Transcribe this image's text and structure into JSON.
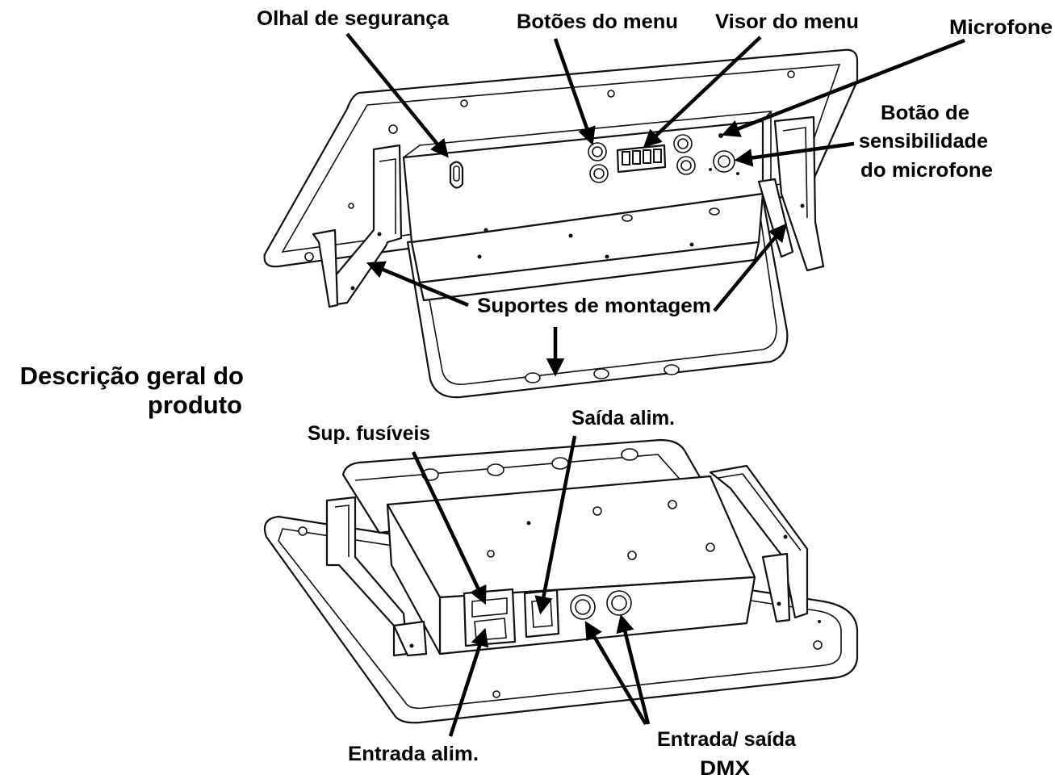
{
  "title": {
    "line1": "Descrição geral do",
    "line2": "produto"
  },
  "labels": {
    "olhal": "Olhal de segurança",
    "botoes": "Botões do menu",
    "visor": "Visor do menu",
    "microfone": "Microfone",
    "sens_line1": "Botão de",
    "sens_line2": "sensibilidade",
    "sens_line3": "do microfone",
    "suportes": "Suportes de montagem",
    "fusiveis": "Sup. fusíveis",
    "saida_alim": "Saída alim.",
    "entrada_alim": "Entrada alim.",
    "dmx_line1": "Entrada/ saída",
    "dmx_line2": "DMX"
  }
}
